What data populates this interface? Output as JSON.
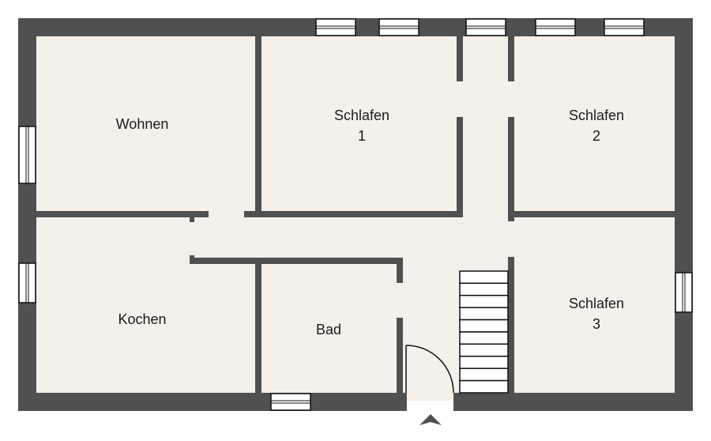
{
  "floorplan": {
    "rooms": [
      {
        "name": "Wohnen",
        "number": ""
      },
      {
        "name": "Schlafen",
        "number": "1"
      },
      {
        "name": "Schlafen",
        "number": "2"
      },
      {
        "name": "Kochen",
        "number": ""
      },
      {
        "name": "Bad",
        "number": ""
      },
      {
        "name": "Schlafen",
        "number": "3"
      }
    ],
    "stair_steps": 10,
    "colors": {
      "wall": "#505050",
      "floor": "#f6f0ea",
      "window": "#ffffff"
    }
  }
}
